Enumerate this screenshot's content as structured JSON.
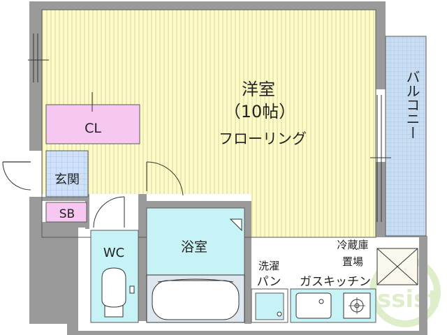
{
  "colors": {
    "wall": "#9a9a9a",
    "wall_edge": "#5a5a5a",
    "floor_western": "#fdfbc8",
    "floor_stripe": "#d9d79a",
    "closet": "#f6c7f0",
    "entrance_tile": "#cfe0f7",
    "wet_area": "#c8f3f6",
    "balcony": "#c8ddf1",
    "fridge_space": "#fbf8ee",
    "fixture_outline": "#333333",
    "watermark": "#b7d98c"
  },
  "rooms": {
    "western_room": {
      "name": "洋室",
      "size": "（10帖）",
      "floor": "フローリング"
    },
    "closet": "CL",
    "entrance": "玄関",
    "shoe_box": "SB",
    "toilet": "WC",
    "bathroom": "浴室",
    "balcony": "バルコニー",
    "fridge_space_line1": "冷蔵庫",
    "fridge_space_line2": "置場",
    "laundry_pan_line1": "洗濯",
    "laundry_pan_line2": "パン",
    "gas_kitchen": "ガスキッチン"
  },
  "watermark_text": "ssist",
  "icons": {
    "door_swing": "door-swing-icon",
    "toilet": "toilet-icon",
    "bathtub": "bathtub-icon",
    "sink": "sink-icon",
    "gas_burner": "gas-burner-icon",
    "fridge_cross": "fridge-space-cross-icon"
  }
}
